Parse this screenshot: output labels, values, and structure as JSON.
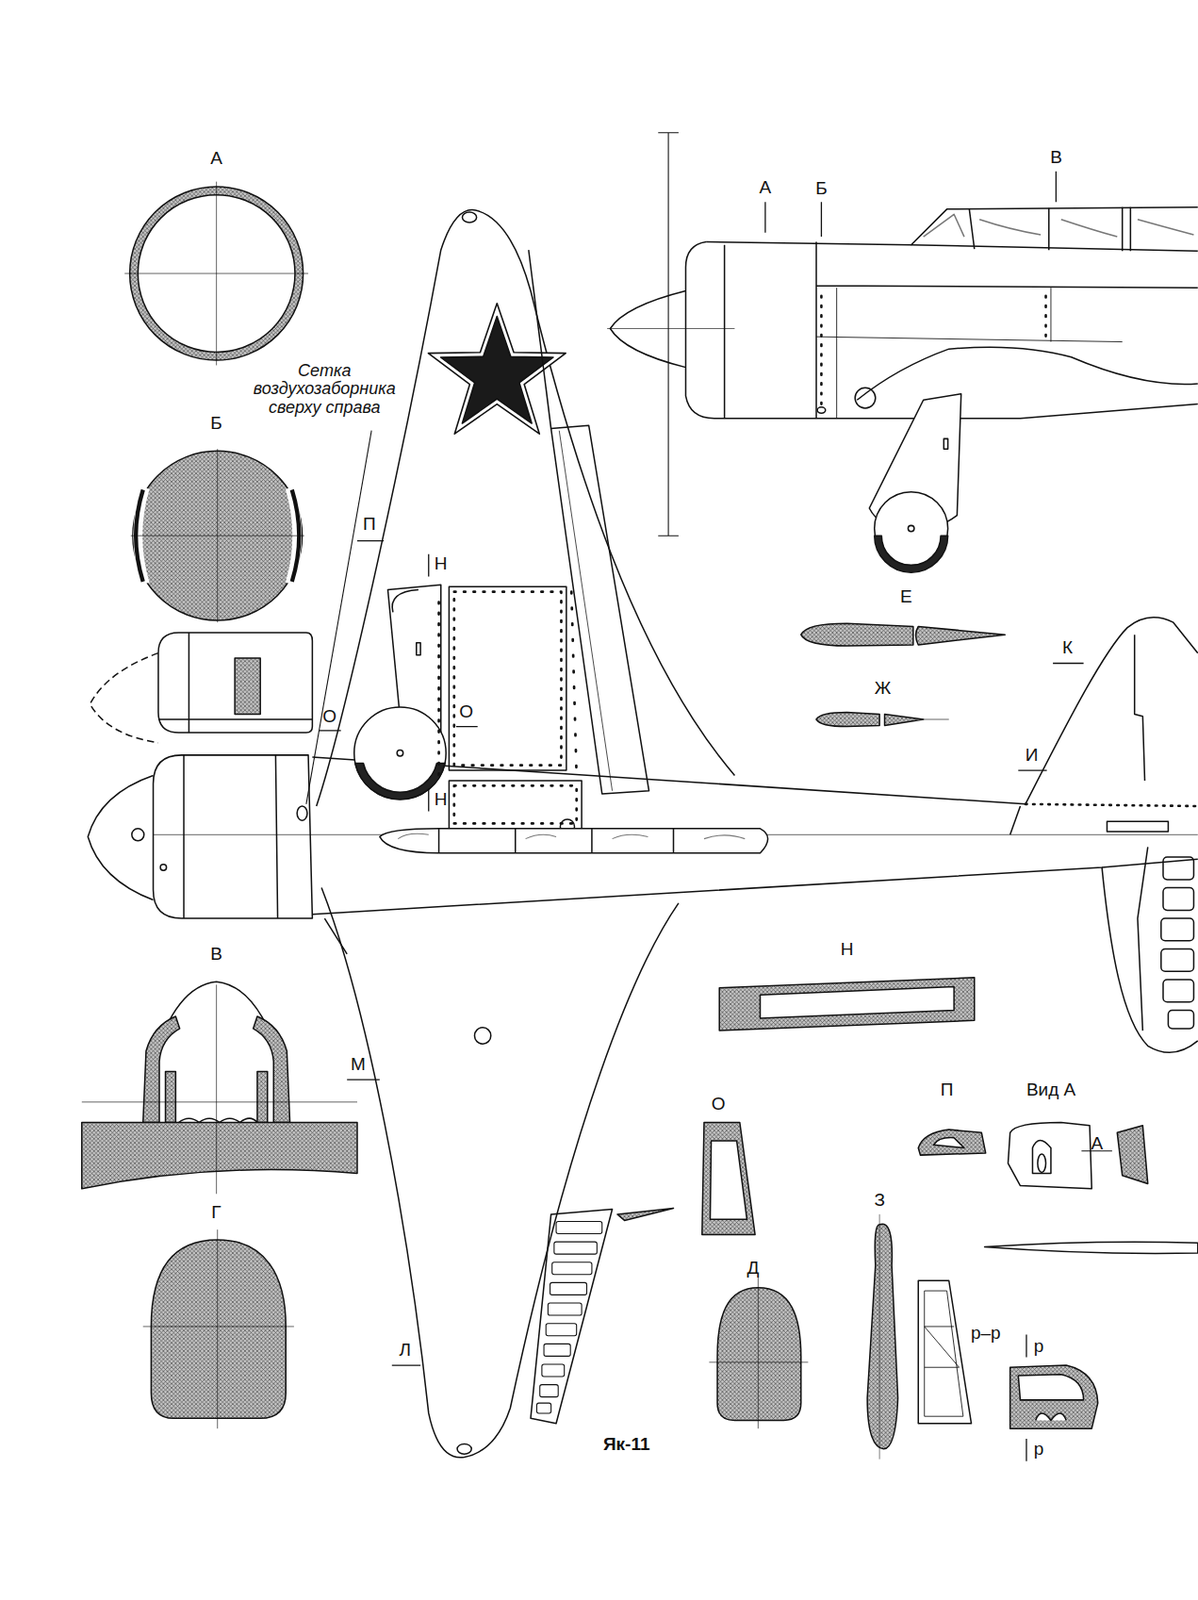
{
  "diagram": {
    "caption": "Як-11",
    "labels": [
      "А",
      "Сетка воздухозаборника сверху справа",
      "Б",
      "П",
      "Н",
      "О",
      "О",
      "Н",
      "В",
      "М",
      "Г",
      "Л",
      "А",
      "Б",
      "В",
      "Е",
      "К",
      "Ж",
      "И",
      "Н",
      "О",
      "П",
      "Вид А",
      "А",
      "З",
      "Д",
      "р–р",
      "р",
      "р"
    ]
  }
}
